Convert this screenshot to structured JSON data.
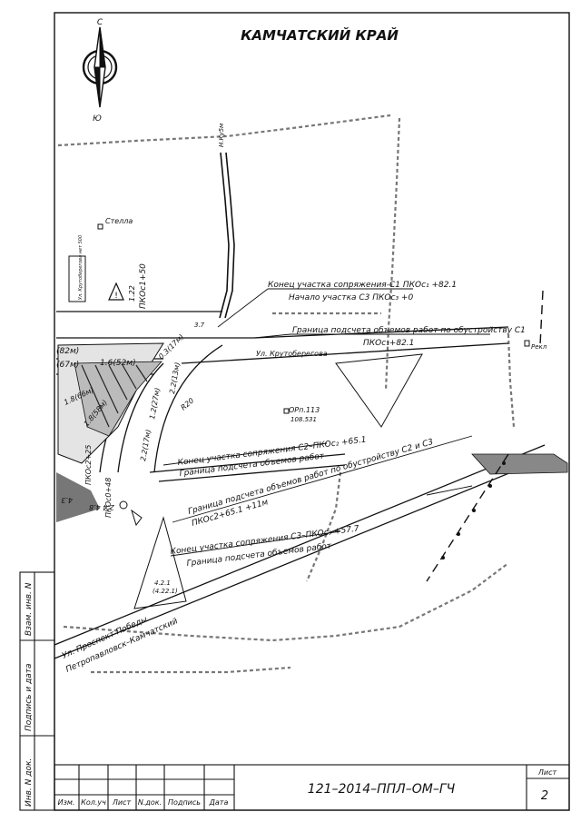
{
  "region_title": "КАМЧАТСКИЙ КРАЙ",
  "compass": {
    "north": "С",
    "south": "Ю"
  },
  "stela": "Стелла",
  "labels": {
    "end_c1": "Конец участка сопряжения-С1 ПКОс₁ +82.1",
    "start_c3": "Начало участка С3 ПКОс₃ +0",
    "boundary_c1": "Граница подсчета объемов работ по обустройству С1",
    "boundary_c1_pk": "ПКОс₁+82.1",
    "street_krut": "Ул. Крутоберегова",
    "end_c2": "Конец участка сопряжения С2–ПКОс₂ +65.1",
    "boundary_works": "Граница подсчета объемов работ",
    "boundary_c2c3": "Граница подсчета объемов работ по обустройству С2 и С3",
    "boundary_c2_pk": "ПКОс2+65.1 +11м",
    "end_c3": "Конец участка сопряжения С3–ПКОс₃ +57.7",
    "boundary_works2": "Граница подсчета объемов работ",
    "street_pobedy": "Ул. Проспект Победы",
    "city": "Петропавловск–Камчатский",
    "pk_50": "ПКОс1+50",
    "pk_1_22": "1.22",
    "pk_37": "3.7",
    "orp": "ОРп.113",
    "orp_val": "108.531",
    "r20": "R20",
    "d82": "(82м)",
    "d67": "(67м)",
    "d52": "1.6(52м)",
    "d17": "0.3(17м)",
    "d13": "2.2(13м)",
    "d27": "1.2(27м)",
    "d66": "1.8(66м)",
    "d58": "1.8(58м)",
    "d17b": "2.2(17м)",
    "pk_225": "ПКОс2+25",
    "pk_048": "ПКОс0+48",
    "d43": "4.3",
    "d248": "2.4 4.8",
    "d21": "4.2.1",
    "d221": "(4.22.1)",
    "rekl": "Рекл",
    "km": "Н.Ку5м",
    "sign_box": "Ул. Крутоберегова нет 500"
  },
  "side_stamp": [
    "Взам. инв. N",
    "Подпись и дата",
    "Инв. N док."
  ],
  "title_block": {
    "columns": [
      "Изм.",
      "Кол.уч",
      "Лист",
      "N.док.",
      "Подпись",
      "Дата"
    ],
    "code": "121–2014–ППЛ–ОМ–ГЧ",
    "sheet_label": "Лист",
    "sheet_no": "2"
  }
}
